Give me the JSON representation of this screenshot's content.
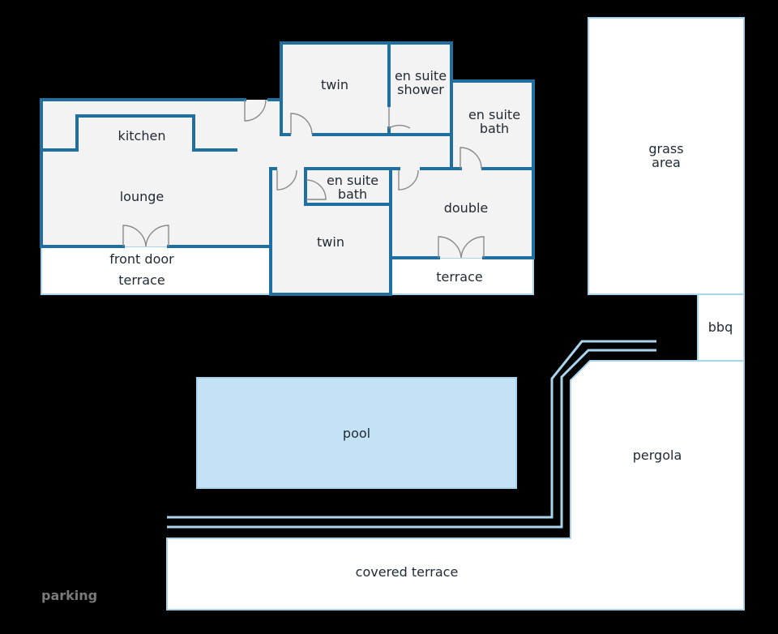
{
  "labels": {
    "twin_top": "twin",
    "en_suite_shower_l1": "en suite",
    "en_suite_shower_l2": "shower",
    "en_suite_bath_right_l1": "en suite",
    "en_suite_bath_right_l2": "bath",
    "kitchen": "kitchen",
    "lounge": "lounge",
    "en_suite_bath_center_l1": "en suite",
    "en_suite_bath_center_l2": "bath",
    "twin_bottom": "twin",
    "double": "double",
    "front_door": "front door",
    "terrace_left": "terrace",
    "terrace_right": "terrace",
    "grass_area_l1": "grass",
    "grass_area_l2": "area",
    "bbq": "bbq",
    "pool": "pool",
    "pergola": "pergola",
    "covered_terrace": "covered terrace",
    "parking": "parking"
  },
  "colors": {
    "background": "#000000",
    "wall": "#1f6fa0",
    "room_fill": "#f3f3f3",
    "outdoor_fill": "#ffffff",
    "outdoor_edge": "#a9d4ee",
    "pool_fill": "#c4e2f6",
    "path_line": "#a9d4ee",
    "text": "#1f2933"
  }
}
